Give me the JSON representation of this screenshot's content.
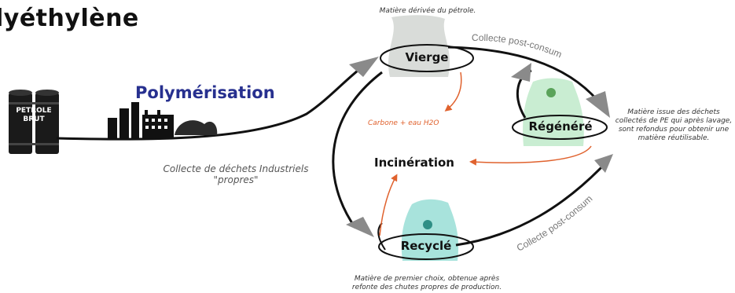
{
  "title": "lyéthylène",
  "polymerisation": "Polymérisation",
  "barrel_label": "PETROLE\nBRUT",
  "stages": {
    "vierge": {
      "label": "Vierge",
      "note": "Matière dérivée du pétrole."
    },
    "regenere": {
      "label": "Régénéré"
    },
    "recycle": {
      "label": "Recyclé",
      "note": "Matière de premier choix, obtenue après refonte des chutes propres de production."
    }
  },
  "incineration": "Incinération",
  "carbone": "Carbone + eau H2O",
  "collecte_post_consum_top": "Collecte post-consum",
  "collecte_post_consum_bottom": "Collecte post-consum",
  "collecte_industriels": "Collecte de déchets Industriels\n\"propres\"",
  "regenere_note": "Matière issue des déchets collectés de PE qui après lavage, sont refondus pour obtenir une matière réutilisable.",
  "colors": {
    "dark": "#111111",
    "title_blue": "#27308f",
    "orange": "#e0622e",
    "grey_arrow": "#8a8a8a",
    "bag_grey": "#d9dcd9",
    "bag_green": "#c9edd2",
    "bag_teal": "#a8e3dc"
  }
}
